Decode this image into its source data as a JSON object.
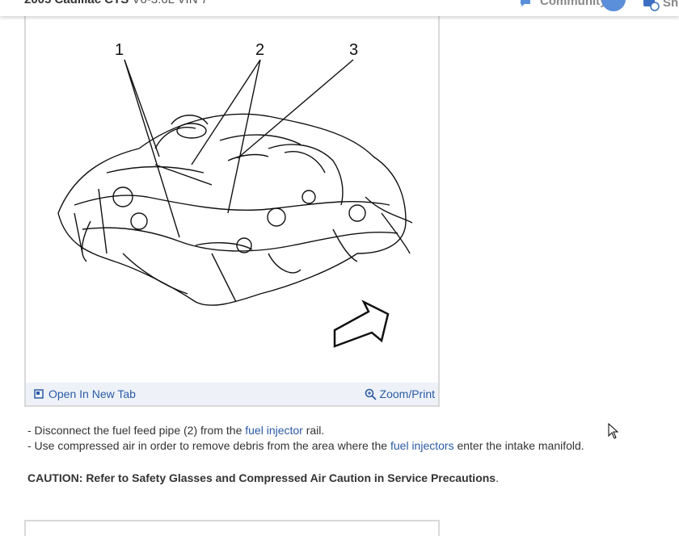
{
  "header": {
    "vehicle_name": "2005 Cadillac CTS",
    "engine": "V6-3.6L VIN 7",
    "community_label": "Community",
    "secondary_label": "Sh"
  },
  "figure": {
    "callouts": [
      "1",
      "2",
      "3"
    ],
    "open_tab_label": "Open In New Tab",
    "zoom_label": "Zoom/Print"
  },
  "steps": [
    {
      "prefix": "-  Disconnect the fuel feed pipe (2) from the ",
      "link": "fuel injector",
      "suffix": " rail."
    },
    {
      "prefix": "-  Use compressed air in order to remove debris from the area where the ",
      "link": "fuel injectors",
      "suffix": " enter the intake manifold."
    }
  ],
  "caution": {
    "text": "CAUTION: Refer to Safety Glasses and Compressed Air Caution in Service Precautions",
    "suffix": "."
  },
  "colors": {
    "link": "#2b5aa5",
    "footer_bg": "#eef2f8",
    "accent": "#5b8fd9"
  }
}
